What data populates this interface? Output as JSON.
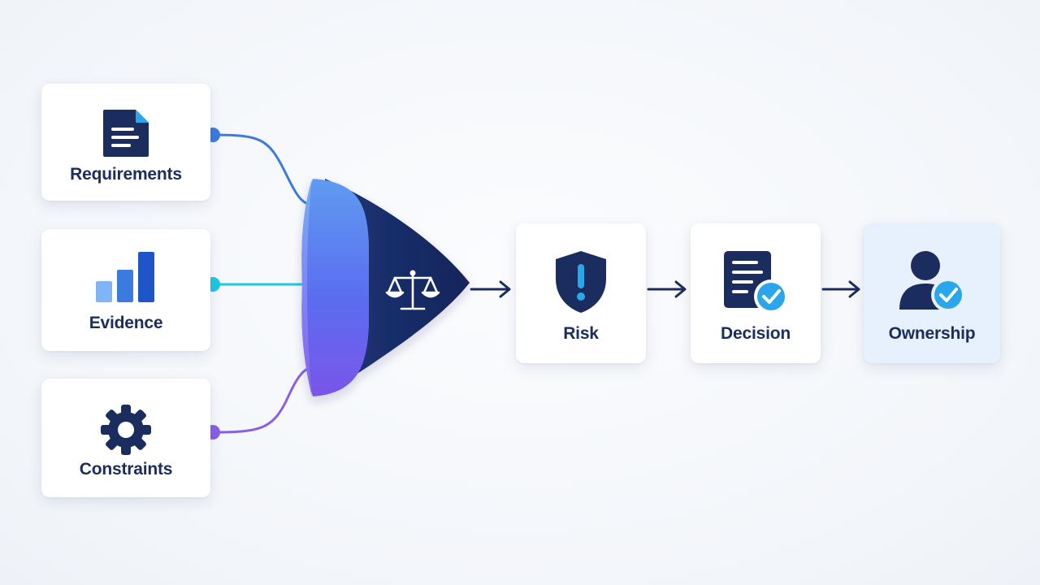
{
  "inputs": [
    {
      "id": "requirements",
      "label": "Requirements",
      "icon": "document-icon"
    },
    {
      "id": "evidence",
      "label": "Evidence",
      "icon": "bar-chart-icon"
    },
    {
      "id": "constraints",
      "label": "Constraints",
      "icon": "gear-icon"
    }
  ],
  "funnel": {
    "icon": "scales-icon"
  },
  "outputs": [
    {
      "id": "risk",
      "label": "Risk",
      "icon": "shield-alert-icon"
    },
    {
      "id": "decision",
      "label": "Decision",
      "icon": "document-check-icon"
    },
    {
      "id": "ownership",
      "label": "Ownership",
      "icon": "person-check-icon"
    }
  ],
  "colors": {
    "navy": "#1b2d5e",
    "blue": "#3b7be0",
    "cyan": "#1fc6e6",
    "violet": "#8a5ee6",
    "check": "#2aa6ea",
    "ownership_bg": "#e7f0fd"
  }
}
